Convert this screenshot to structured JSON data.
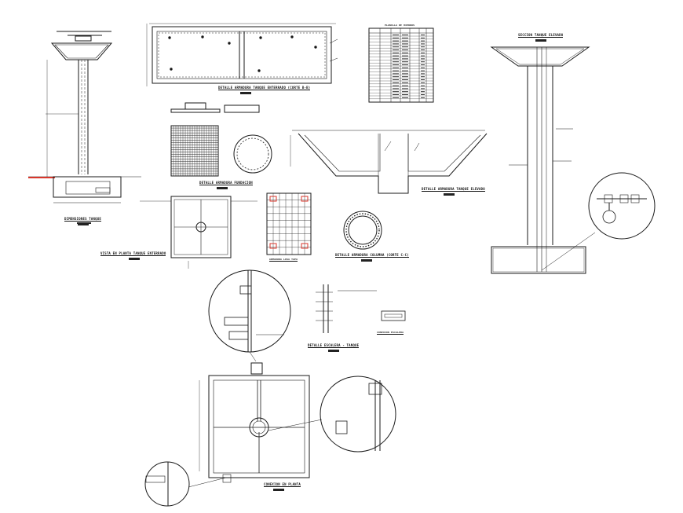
{
  "drawing": {
    "colors": {
      "line": "#1a1a1a",
      "accent_red": "#d9362b",
      "paper": "#ffffff"
    },
    "titles": {
      "elevated_tank_dimensions": "Dimensiones Tanque",
      "buried_tank_reinforcement": "Detalle Armadura Tanque Enterrado (Corte B-B)",
      "rebar_schedule": "Planilla de Hierros",
      "elevated_tank_section": "Seccion Tanque Elevado",
      "foundation_reinforcement": "Detalle Armadura Fundacion",
      "elevated_tank_reinforcement": "Detalle Armadura Tanque Elevado",
      "buried_tank_plan": "Vista en Planta Tanque Enterrado",
      "top_slab_reinforcement": "Armadura Losa Tapa",
      "column_reinforcement": "Detalle Armadura Columna (Corte C-C)",
      "tank_ladder_detail": "Detalle Escalera - Tanque",
      "ladder_connection": "Conexion Escalera",
      "plan_connection": "Conexion en Planta"
    }
  }
}
